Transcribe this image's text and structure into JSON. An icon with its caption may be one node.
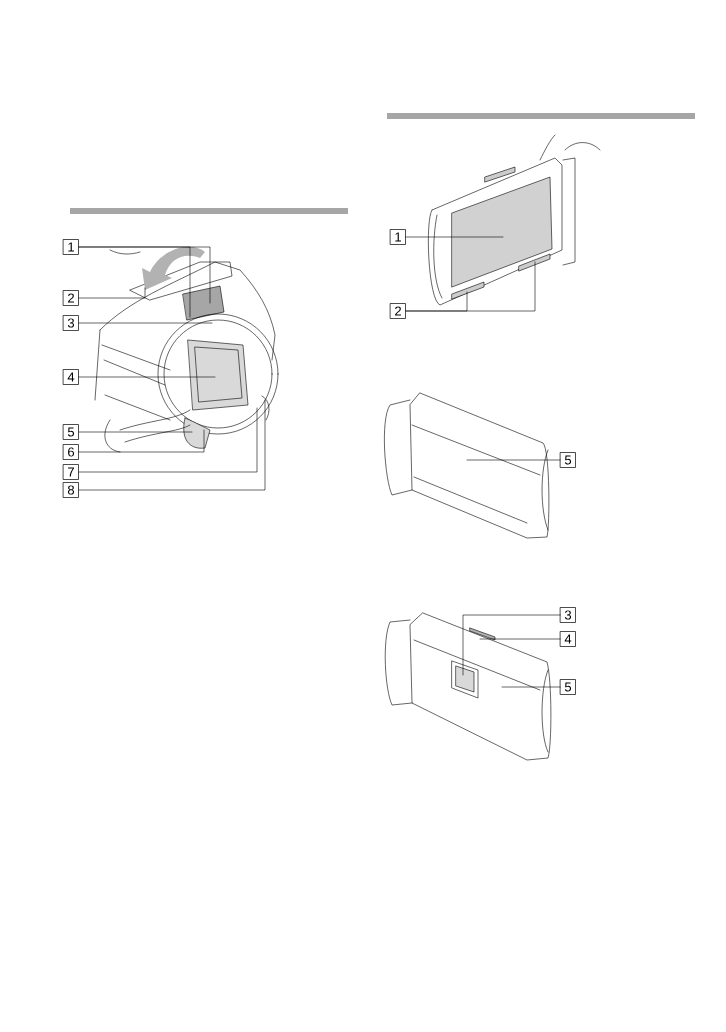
{
  "diagram": {
    "nodes": [
      {
        "text": [
          "1"
        ]
      },
      {
        "text": [
          "2"
        ]
      },
      {
        "text": [
          "3"
        ]
      },
      {
        "text": [
          "4"
        ]
      },
      {
        "text": [
          "5"
        ]
      },
      {
        "text": [
          "6"
        ]
      },
      {
        "text": [
          "7"
        ]
      },
      {
        "text": [
          "8"
        ]
      },
      {
        "text": [
          "1"
        ]
      },
      {
        "text": [
          "2"
        ]
      },
      {
        "text": [
          "5"
        ]
      },
      {
        "text": [
          "3"
        ]
      },
      {
        "text": [
          "4"
        ]
      },
      {
        "text": [
          "5"
        ]
      }
    ],
    "edges": [
      {
        "from": 0,
        "to": null,
        "arrow": "none"
      },
      {
        "from": 0,
        "to": null,
        "arrow": "none"
      },
      {
        "from": 1,
        "to": null,
        "arrow": "none"
      },
      {
        "from": 2,
        "to": null,
        "arrow": "none"
      },
      {
        "from": 3,
        "to": null,
        "arrow": "none"
      },
      {
        "from": 4,
        "to": null,
        "arrow": "none"
      },
      {
        "from": 5,
        "to": null,
        "arrow": "none"
      },
      {
        "from": 6,
        "to": null,
        "arrow": "none"
      },
      {
        "from": 7,
        "to": null,
        "arrow": "none"
      },
      {
        "from": 8,
        "to": null,
        "arrow": "none"
      },
      {
        "from": 9,
        "to": null,
        "arrow": "none"
      },
      {
        "from": 9,
        "to": null,
        "arrow": "none"
      },
      {
        "from": 10,
        "to": null,
        "arrow": "none"
      },
      {
        "from": 11,
        "to": null,
        "arrow": "none"
      },
      {
        "from": 12,
        "to": null,
        "arrow": "none"
      },
      {
        "from": 13,
        "to": null,
        "arrow": "none"
      }
    ]
  }
}
